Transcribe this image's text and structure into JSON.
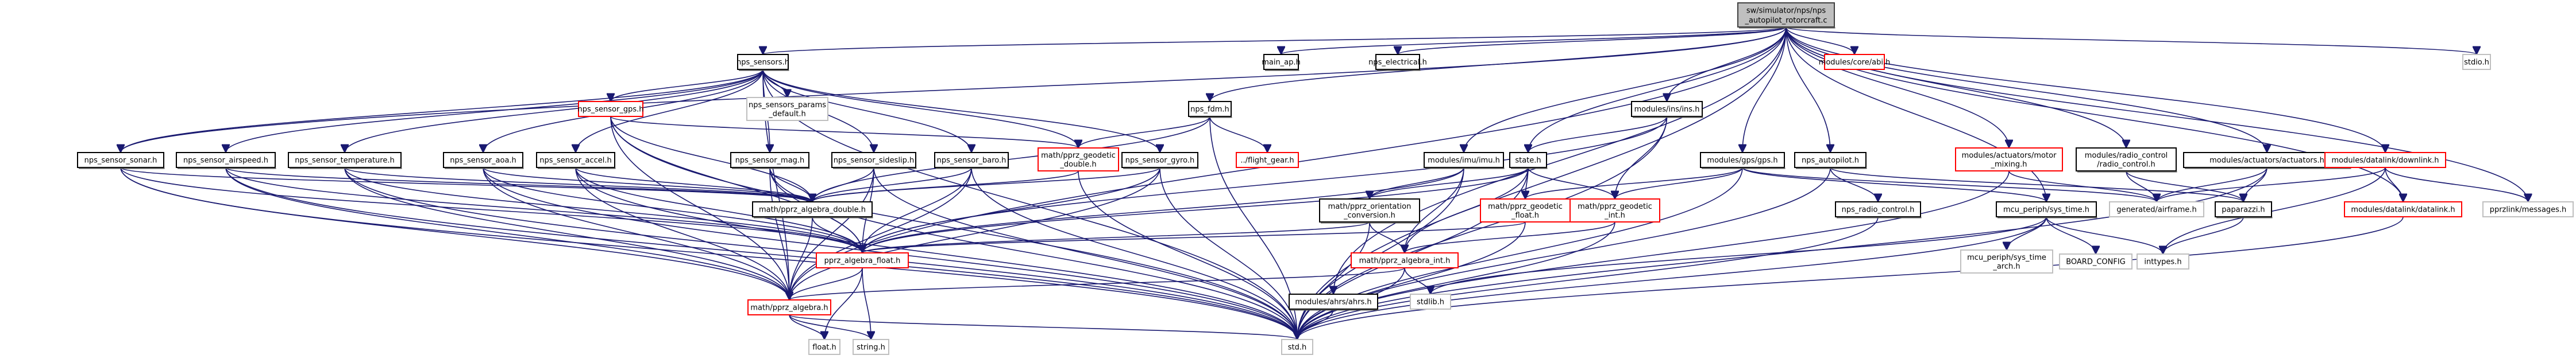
{
  "diagram": {
    "type": "include-dependency-graph",
    "root": "root",
    "colors": {
      "edge": "#191970",
      "border_normal": "#000000",
      "border_missing": "#ff0000",
      "border_external": "#bfbfbf",
      "root_fill": "#bfbfbf",
      "fill": "#ffffff"
    },
    "nodes": [
      {
        "id": "root",
        "label": [
          "sw/simulator/nps/nps",
          "_autopilot_rotorcraft.c"
        ],
        "kind": "root"
      },
      {
        "id": "nps_sensors",
        "label": [
          "nps_sensors.h"
        ],
        "kind": "normal"
      },
      {
        "id": "main_ap",
        "label": [
          "main_ap.h"
        ],
        "kind": "normal"
      },
      {
        "id": "nps_electrical",
        "label": [
          "nps_electrical.h"
        ],
        "kind": "normal"
      },
      {
        "id": "abi",
        "label": [
          "modules/core/abi.h"
        ],
        "kind": "missing"
      },
      {
        "id": "stdio",
        "label": [
          "stdio.h"
        ],
        "kind": "external"
      },
      {
        "id": "nps_sensor_gps",
        "label": [
          "nps_sensor_gps.h"
        ],
        "kind": "missing"
      },
      {
        "id": "nps_sensors_params",
        "label": [
          "nps_sensors_params",
          "_default.h"
        ],
        "kind": "external"
      },
      {
        "id": "nps_fdm",
        "label": [
          "nps_fdm.h"
        ],
        "kind": "normal"
      },
      {
        "id": "ins",
        "label": [
          "modules/ins/ins.h"
        ],
        "kind": "normal"
      },
      {
        "id": "sonar",
        "label": [
          "nps_sensor_sonar.h"
        ],
        "kind": "normal"
      },
      {
        "id": "airspeed",
        "label": [
          "nps_sensor_airspeed.h"
        ],
        "kind": "normal"
      },
      {
        "id": "temperature",
        "label": [
          "nps_sensor_temperature.h"
        ],
        "kind": "normal"
      },
      {
        "id": "aoa",
        "label": [
          "nps_sensor_aoa.h"
        ],
        "kind": "normal"
      },
      {
        "id": "accel",
        "label": [
          "nps_sensor_accel.h"
        ],
        "kind": "normal"
      },
      {
        "id": "mag",
        "label": [
          "nps_sensor_mag.h"
        ],
        "kind": "normal"
      },
      {
        "id": "sideslip",
        "label": [
          "nps_sensor_sideslip.h"
        ],
        "kind": "normal"
      },
      {
        "id": "baro",
        "label": [
          "nps_sensor_baro.h"
        ],
        "kind": "normal"
      },
      {
        "id": "geodetic_double",
        "label": [
          "math/pprz_geodetic",
          "_double.h"
        ],
        "kind": "missing"
      },
      {
        "id": "gyro",
        "label": [
          "nps_sensor_gyro.h"
        ],
        "kind": "normal"
      },
      {
        "id": "flight_gear",
        "label": [
          "../flight_gear.h"
        ],
        "kind": "missing"
      },
      {
        "id": "imu",
        "label": [
          "modules/imu/imu.h"
        ],
        "kind": "normal"
      },
      {
        "id": "state",
        "label": [
          "state.h"
        ],
        "kind": "normal"
      },
      {
        "id": "gps",
        "label": [
          "modules/gps/gps.h"
        ],
        "kind": "normal"
      },
      {
        "id": "nps_autopilot",
        "label": [
          "nps_autopilot.h"
        ],
        "kind": "normal"
      },
      {
        "id": "motor_mixing",
        "label": [
          "modules/actuators/motor",
          "_mixing.h"
        ],
        "kind": "missing"
      },
      {
        "id": "radio_control",
        "label": [
          "modules/radio_control",
          "/radio_control.h"
        ],
        "kind": "normal"
      },
      {
        "id": "actuators",
        "label": [
          "modules/actuators/actuators.h"
        ],
        "kind": "normal"
      },
      {
        "id": "downlink",
        "label": [
          "modules/datalink/downlink.h"
        ],
        "kind": "missing"
      },
      {
        "id": "algebra_double",
        "label": [
          "math/pprz_algebra_double.h"
        ],
        "kind": "normal"
      },
      {
        "id": "orientation_conv",
        "label": [
          "math/pprz_orientation",
          "_conversion.h"
        ],
        "kind": "normal"
      },
      {
        "id": "geodetic_float",
        "label": [
          "math/pprz_geodetic",
          "_float.h"
        ],
        "kind": "missing"
      },
      {
        "id": "geodetic_int",
        "label": [
          "math/pprz_geodetic",
          "_int.h"
        ],
        "kind": "missing"
      },
      {
        "id": "nps_radio_control",
        "label": [
          "nps_radio_control.h"
        ],
        "kind": "normal"
      },
      {
        "id": "sys_time",
        "label": [
          "mcu_periph/sys_time.h"
        ],
        "kind": "normal"
      },
      {
        "id": "airframe",
        "label": [
          "generated/airframe.h"
        ],
        "kind": "external"
      },
      {
        "id": "paparazzi",
        "label": [
          "paparazzi.h"
        ],
        "kind": "normal"
      },
      {
        "id": "datalink",
        "label": [
          "modules/datalink/datalink.h"
        ],
        "kind": "missing"
      },
      {
        "id": "messages",
        "label": [
          "pprzlink/messages.h"
        ],
        "kind": "external"
      },
      {
        "id": "algebra_float",
        "label": [
          "pprz_algebra_float.h"
        ],
        "kind": "missing"
      },
      {
        "id": "algebra_int",
        "label": [
          "math/pprz_algebra_int.h"
        ],
        "kind": "missing"
      },
      {
        "id": "sys_time_arch",
        "label": [
          "mcu_periph/sys_time",
          "_arch.h"
        ],
        "kind": "external"
      },
      {
        "id": "board_config",
        "label": [
          "BOARD_CONFIG"
        ],
        "kind": "external"
      },
      {
        "id": "inttypes",
        "label": [
          "inttypes.h"
        ],
        "kind": "external"
      },
      {
        "id": "algebra",
        "label": [
          "math/pprz_algebra.h"
        ],
        "kind": "missing"
      },
      {
        "id": "ahrs",
        "label": [
          "modules/ahrs/ahrs.h"
        ],
        "kind": "normal"
      },
      {
        "id": "stdlib",
        "label": [
          "stdlib.h"
        ],
        "kind": "external"
      },
      {
        "id": "float_h",
        "label": [
          "float.h"
        ],
        "kind": "external"
      },
      {
        "id": "string_h",
        "label": [
          "string.h"
        ],
        "kind": "external"
      },
      {
        "id": "std",
        "label": [
          "std.h"
        ],
        "kind": "external"
      }
    ],
    "edges": [
      [
        "root",
        "nps_sensors"
      ],
      [
        "root",
        "main_ap"
      ],
      [
        "root",
        "nps_electrical"
      ],
      [
        "root",
        "abi"
      ],
      [
        "root",
        "stdio"
      ],
      [
        "root",
        "nps_fdm"
      ],
      [
        "root",
        "ins"
      ],
      [
        "root",
        "imu"
      ],
      [
        "root",
        "state"
      ],
      [
        "root",
        "gps"
      ],
      [
        "root",
        "nps_autopilot"
      ],
      [
        "root",
        "motor_mixing"
      ],
      [
        "root",
        "radio_control"
      ],
      [
        "root",
        "actuators"
      ],
      [
        "root",
        "downlink"
      ],
      [
        "root",
        "datalink"
      ],
      [
        "root",
        "messages"
      ],
      [
        "root",
        "sys_time"
      ],
      [
        "root",
        "ahrs"
      ],
      [
        "root",
        "algebra"
      ],
      [
        "root",
        "std"
      ],
      [
        "root",
        "sonar"
      ],
      [
        "nps_sensors",
        "nps_sensor_gps"
      ],
      [
        "nps_sensors",
        "nps_sensors_params"
      ],
      [
        "nps_sensors",
        "sonar"
      ],
      [
        "nps_sensors",
        "airspeed"
      ],
      [
        "nps_sensors",
        "temperature"
      ],
      [
        "nps_sensors",
        "aoa"
      ],
      [
        "nps_sensors",
        "accel"
      ],
      [
        "nps_sensors",
        "mag"
      ],
      [
        "nps_sensors",
        "sideslip"
      ],
      [
        "nps_sensors",
        "baro"
      ],
      [
        "nps_sensors",
        "gyro"
      ],
      [
        "nps_sensors",
        "geodetic_double"
      ],
      [
        "nps_sensors",
        "algebra"
      ],
      [
        "nps_sensors",
        "std"
      ],
      [
        "nps_sensor_gps",
        "geodetic_double"
      ],
      [
        "nps_sensor_gps",
        "algebra_double"
      ],
      [
        "nps_sensor_gps",
        "algebra_float"
      ],
      [
        "nps_sensor_gps",
        "algebra"
      ],
      [
        "nps_sensor_gps",
        "std"
      ],
      [
        "nps_fdm",
        "geodetic_double"
      ],
      [
        "nps_fdm",
        "flight_gear"
      ],
      [
        "nps_fdm",
        "algebra_double"
      ],
      [
        "nps_fdm",
        "std"
      ],
      [
        "ins",
        "state"
      ],
      [
        "ins",
        "algebra_float"
      ],
      [
        "ins",
        "geodetic_int"
      ],
      [
        "ins",
        "std"
      ],
      [
        "sonar",
        "algebra_double"
      ],
      [
        "sonar",
        "algebra_float"
      ],
      [
        "sonar",
        "algebra"
      ],
      [
        "sonar",
        "std"
      ],
      [
        "airspeed",
        "algebra_double"
      ],
      [
        "airspeed",
        "algebra_float"
      ],
      [
        "airspeed",
        "algebra"
      ],
      [
        "airspeed",
        "std"
      ],
      [
        "temperature",
        "algebra_double"
      ],
      [
        "temperature",
        "algebra_float"
      ],
      [
        "temperature",
        "algebra"
      ],
      [
        "temperature",
        "std"
      ],
      [
        "aoa",
        "algebra_double"
      ],
      [
        "aoa",
        "algebra_float"
      ],
      [
        "aoa",
        "algebra"
      ],
      [
        "aoa",
        "std"
      ],
      [
        "accel",
        "algebra_double"
      ],
      [
        "accel",
        "algebra_float"
      ],
      [
        "accel",
        "algebra"
      ],
      [
        "accel",
        "std"
      ],
      [
        "mag",
        "algebra_double"
      ],
      [
        "mag",
        "algebra_float"
      ],
      [
        "mag",
        "algebra"
      ],
      [
        "mag",
        "std"
      ],
      [
        "sideslip",
        "algebra_double"
      ],
      [
        "sideslip",
        "algebra_float"
      ],
      [
        "sideslip",
        "algebra"
      ],
      [
        "sideslip",
        "std"
      ],
      [
        "baro",
        "algebra_double"
      ],
      [
        "baro",
        "algebra_float"
      ],
      [
        "baro",
        "algebra"
      ],
      [
        "baro",
        "std"
      ],
      [
        "gyro",
        "algebra_double"
      ],
      [
        "gyro",
        "algebra_float"
      ],
      [
        "gyro",
        "algebra"
      ],
      [
        "gyro",
        "std"
      ],
      [
        "geodetic_double",
        "algebra_double"
      ],
      [
        "geodetic_double",
        "std"
      ],
      [
        "imu",
        "orientation_conv"
      ],
      [
        "imu",
        "algebra_int"
      ],
      [
        "imu",
        "algebra_float"
      ],
      [
        "imu",
        "std"
      ],
      [
        "state",
        "orientation_conv"
      ],
      [
        "state",
        "geodetic_float"
      ],
      [
        "state",
        "geodetic_int"
      ],
      [
        "state",
        "algebra_int"
      ],
      [
        "state",
        "algebra_float"
      ],
      [
        "state",
        "std"
      ],
      [
        "gps",
        "geodetic_float"
      ],
      [
        "gps",
        "geodetic_int"
      ],
      [
        "gps",
        "airframe"
      ],
      [
        "gps",
        "sys_time"
      ],
      [
        "gps",
        "std"
      ],
      [
        "nps_autopilot",
        "nps_radio_control"
      ],
      [
        "nps_autopilot",
        "paparazzi"
      ],
      [
        "nps_autopilot",
        "std"
      ],
      [
        "motor_mixing",
        "airframe"
      ],
      [
        "motor_mixing",
        "std"
      ],
      [
        "radio_control",
        "airframe"
      ],
      [
        "radio_control",
        "paparazzi"
      ],
      [
        "actuators",
        "airframe"
      ],
      [
        "actuators",
        "paparazzi"
      ],
      [
        "actuators",
        "std"
      ],
      [
        "downlink",
        "airframe"
      ],
      [
        "downlink",
        "datalink"
      ],
      [
        "downlink",
        "messages"
      ],
      [
        "downlink",
        "inttypes"
      ],
      [
        "algebra_double",
        "algebra_float"
      ],
      [
        "algebra_double",
        "algebra"
      ],
      [
        "orientation_conv",
        "algebra_int"
      ],
      [
        "orientation_conv",
        "algebra_float"
      ],
      [
        "orientation_conv",
        "std"
      ],
      [
        "geodetic_float",
        "algebra_float"
      ],
      [
        "geodetic_float",
        "std"
      ],
      [
        "geodetic_int",
        "algebra_int"
      ],
      [
        "geodetic_int",
        "std"
      ],
      [
        "nps_radio_control",
        "std"
      ],
      [
        "sys_time",
        "sys_time_arch"
      ],
      [
        "sys_time",
        "board_config"
      ],
      [
        "sys_time",
        "inttypes"
      ],
      [
        "sys_time",
        "stdlib"
      ],
      [
        "sys_time",
        "std"
      ],
      [
        "paparazzi",
        "inttypes"
      ],
      [
        "datalink",
        "std"
      ],
      [
        "algebra_float",
        "algebra"
      ],
      [
        "algebra_float",
        "float_h"
      ],
      [
        "algebra_float",
        "string_h"
      ],
      [
        "algebra_int",
        "algebra"
      ],
      [
        "algebra_int",
        "stdlib"
      ],
      [
        "algebra_int",
        "std"
      ],
      [
        "algebra",
        "float_h"
      ],
      [
        "algebra",
        "string_h"
      ],
      [
        "algebra",
        "std"
      ],
      [
        "ahrs",
        "std"
      ]
    ]
  }
}
